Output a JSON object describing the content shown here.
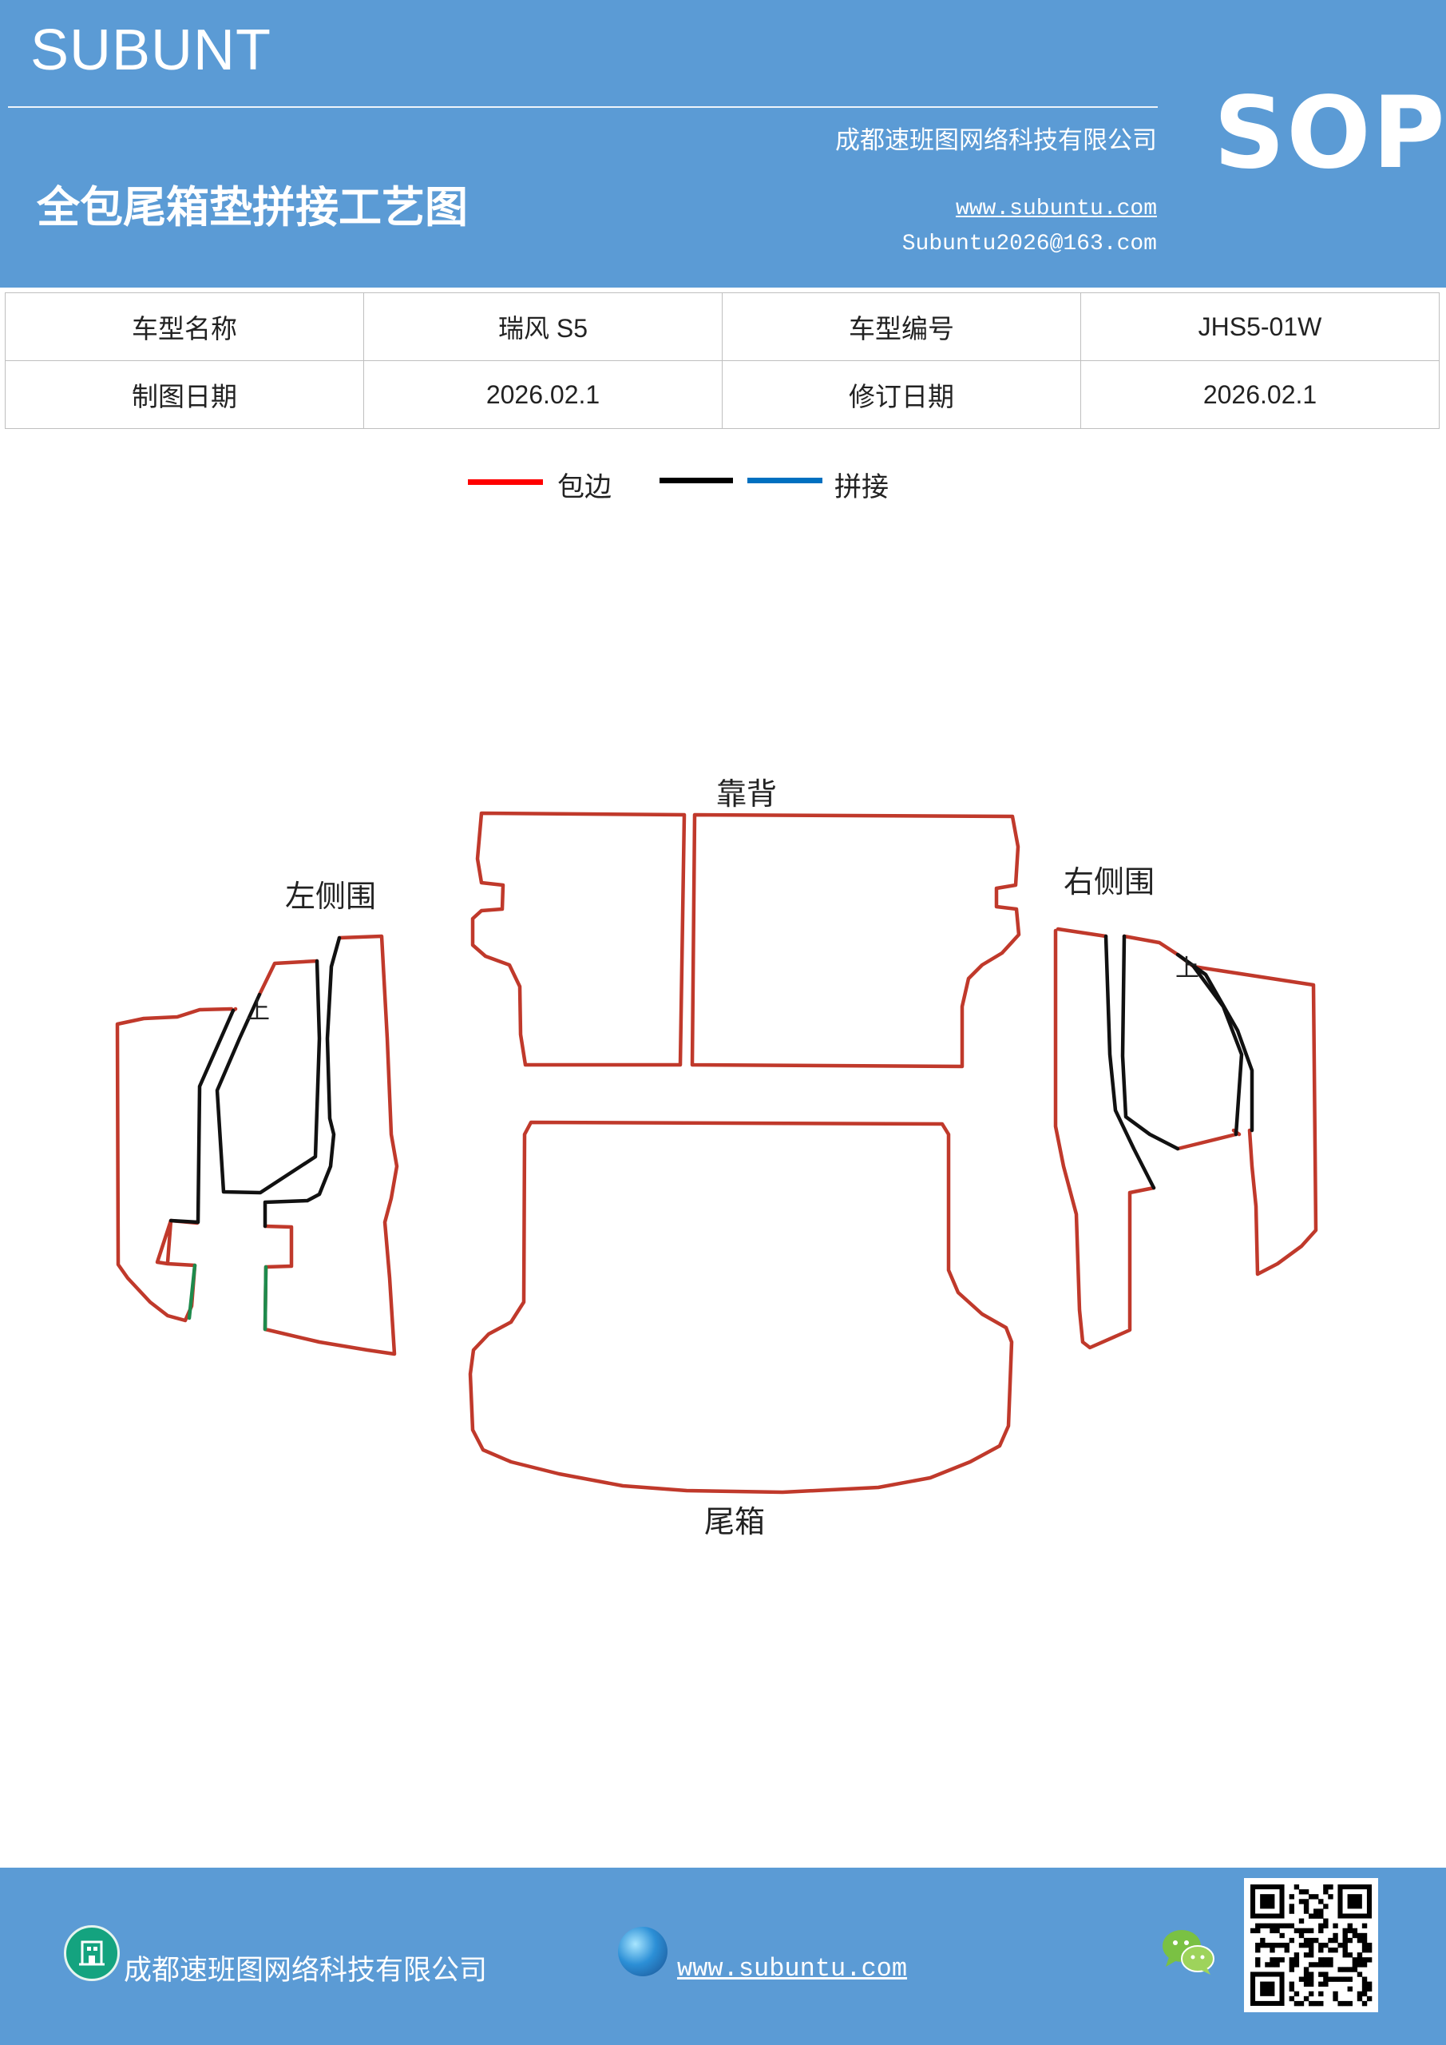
{
  "header": {
    "brand": "SUBUNT",
    "company": "成都速班图网络科技有限公司",
    "title": "全包尾箱垫拼接工艺图",
    "website": "www.subuntu.com",
    "email": "Subuntu2026@163.com",
    "badge": "SOP"
  },
  "info_table": {
    "model_name_label": "车型名称",
    "model_name_value": "瑞风 S5",
    "model_code_label": "车型编号",
    "model_code_value": "JHS5-01W",
    "draw_date_label": "制图日期",
    "draw_date_value": "2026.02.1",
    "revise_date_label": "修订日期",
    "revise_date_value": "2026.02.1"
  },
  "legend": {
    "items": [
      {
        "label": "包边",
        "color": "#ff0000"
      },
      {
        "label": "",
        "color": "#000000"
      },
      {
        "label": "拼接",
        "color": "#0070c0"
      }
    ]
  },
  "diagram": {
    "labels": {
      "backrest": "靠背",
      "left_side": "左侧围",
      "right_side": "右侧围",
      "trunk": "尾箱",
      "up_mark": "上"
    },
    "colors": {
      "edge": "#c0392b",
      "seam": "#111111",
      "joint": "#1e8a4c"
    }
  },
  "footer": {
    "company": "成都速班图网络科技有限公司",
    "website": "www.subuntu.com",
    "icons": [
      "building-icon",
      "globe-icon",
      "wechat-icon",
      "qr-code"
    ]
  }
}
